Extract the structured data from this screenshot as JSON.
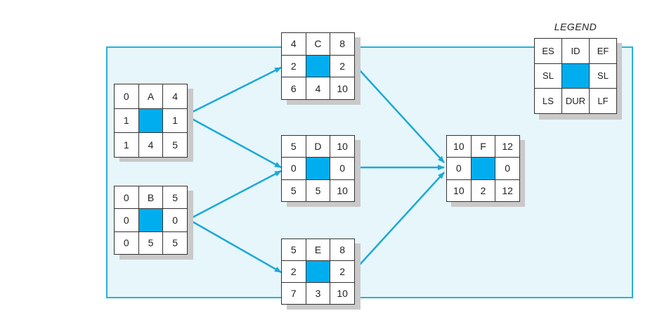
{
  "colors": {
    "accent": "#00aeef",
    "frame": "#29b2d4",
    "frame_fill": "#e6f6fb",
    "arrow": "#1ca9d6"
  },
  "legend": {
    "title": "LEGEND",
    "cells": [
      "ES",
      "ID",
      "EF",
      "SL",
      "",
      "SL",
      "LS",
      "DUR",
      "LF"
    ]
  },
  "nodes": [
    {
      "id": "A",
      "cells": [
        "0",
        "A",
        "4",
        "1",
        "",
        "1",
        "1",
        "4",
        "5"
      ]
    },
    {
      "id": "B",
      "cells": [
        "0",
        "B",
        "5",
        "0",
        "",
        "0",
        "0",
        "5",
        "5"
      ]
    },
    {
      "id": "C",
      "cells": [
        "4",
        "C",
        "8",
        "2",
        "",
        "2",
        "6",
        "4",
        "10"
      ]
    },
    {
      "id": "D",
      "cells": [
        "5",
        "D",
        "10",
        "0",
        "",
        "0",
        "5",
        "5",
        "10"
      ]
    },
    {
      "id": "E",
      "cells": [
        "5",
        "E",
        "8",
        "2",
        "",
        "2",
        "7",
        "3",
        "10"
      ]
    },
    {
      "id": "F",
      "cells": [
        "10",
        "F",
        "12",
        "0",
        "",
        "0",
        "10",
        "2",
        "12"
      ]
    }
  ],
  "edges": [
    {
      "from": "A",
      "to": "C"
    },
    {
      "from": "A",
      "to": "D"
    },
    {
      "from": "B",
      "to": "D"
    },
    {
      "from": "B",
      "to": "E"
    },
    {
      "from": "C",
      "to": "F"
    },
    {
      "from": "D",
      "to": "F"
    },
    {
      "from": "E",
      "to": "F"
    }
  ]
}
